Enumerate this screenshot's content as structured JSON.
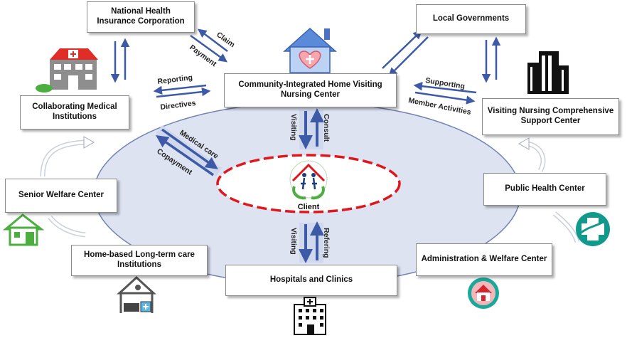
{
  "nodes": {
    "nhic": "National Health Insurance Corporation",
    "local_gov": "Local Governments",
    "center": "Community-Integrated Home Visiting Nursing Center",
    "collab": "Collaborating Medical Institutions",
    "vn_support": "Visiting Nursing Comprehensive Support Center",
    "senior": "Senior Welfare Center",
    "public_health": "Public Health Center",
    "ltc": "Home-based Long-term care Institutions",
    "admin": "Administration & Welfare Center",
    "hospitals": "Hospitals and Clinics",
    "client": "Client"
  },
  "edge_labels": {
    "claim": "Claim",
    "payment": "Payment",
    "reporting": "Reporting",
    "directives": "Directives",
    "supporting": "Supporting",
    "member_activities": "Member Activities",
    "visiting_top": "Visiting",
    "consult": "Consult",
    "medical_care": "Medical care",
    "copayment": "Copayment",
    "visiting_bottom": "Visiting",
    "referring": "Refering"
  },
  "colors": {
    "arrow": "#3c5aa6",
    "ellipse_fill": "#dde3f1",
    "ellipse_stroke": "#7282b4",
    "client_ring": "#e0161c",
    "green_icon": "#4cae3f",
    "teal_icon": "#119a8c"
  }
}
